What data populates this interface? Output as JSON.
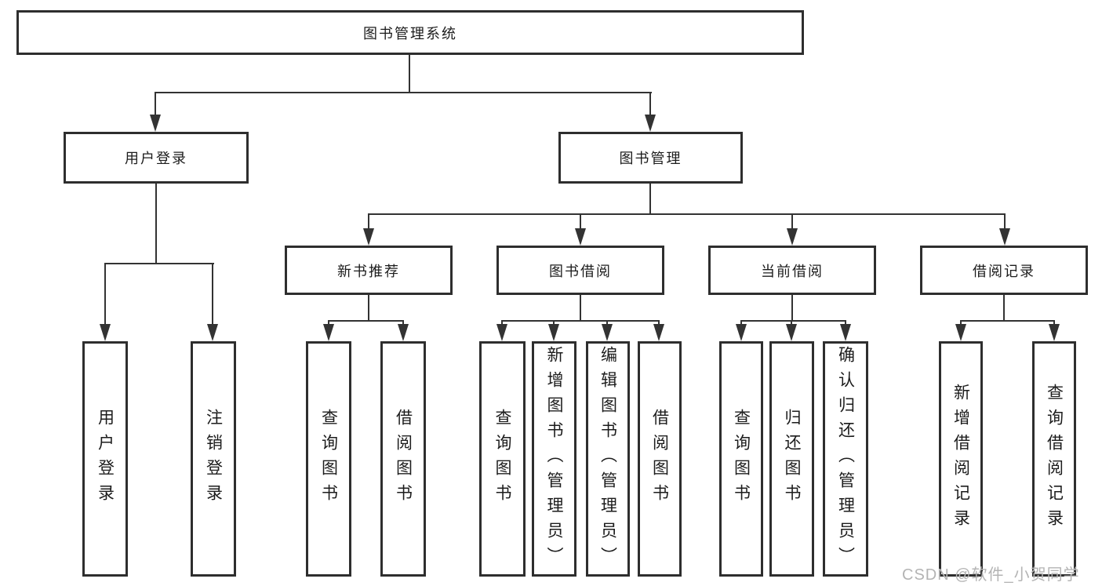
{
  "diagram": {
    "root": "图书管理系统",
    "level2": {
      "user_login": "用户登录",
      "book_mgmt": "图书管理"
    },
    "level3": {
      "new_book_rec": "新书推荐",
      "book_borrow": "图书借阅",
      "current_borrow": "当前借阅",
      "borrow_records": "借阅记录"
    },
    "leaves": {
      "user_login": "用户登录",
      "logout": "注销登录",
      "rec_query_book": "查询图书",
      "rec_borrow_book": "借阅图书",
      "bor_query_book": "查询图书",
      "bor_add_book": "新增图书（管理员）",
      "bor_edit_book": "编辑图书（管理员）",
      "bor_borrow_book": "借阅图书",
      "cur_query_book": "查询图书",
      "cur_return_book": "归还图书",
      "cur_confirm_return": "确认归还（管理员）",
      "rec_add_record": "新增借阅记录",
      "rec_query_record": "查询借阅记录"
    }
  },
  "watermark": "CSDN @软件_小贺同学",
  "colors": {
    "line": "#333333",
    "box_border": "#2e2e2e",
    "text": "#1c1c1c",
    "watermark": "#b4b4b4",
    "background": "#ffffff"
  }
}
